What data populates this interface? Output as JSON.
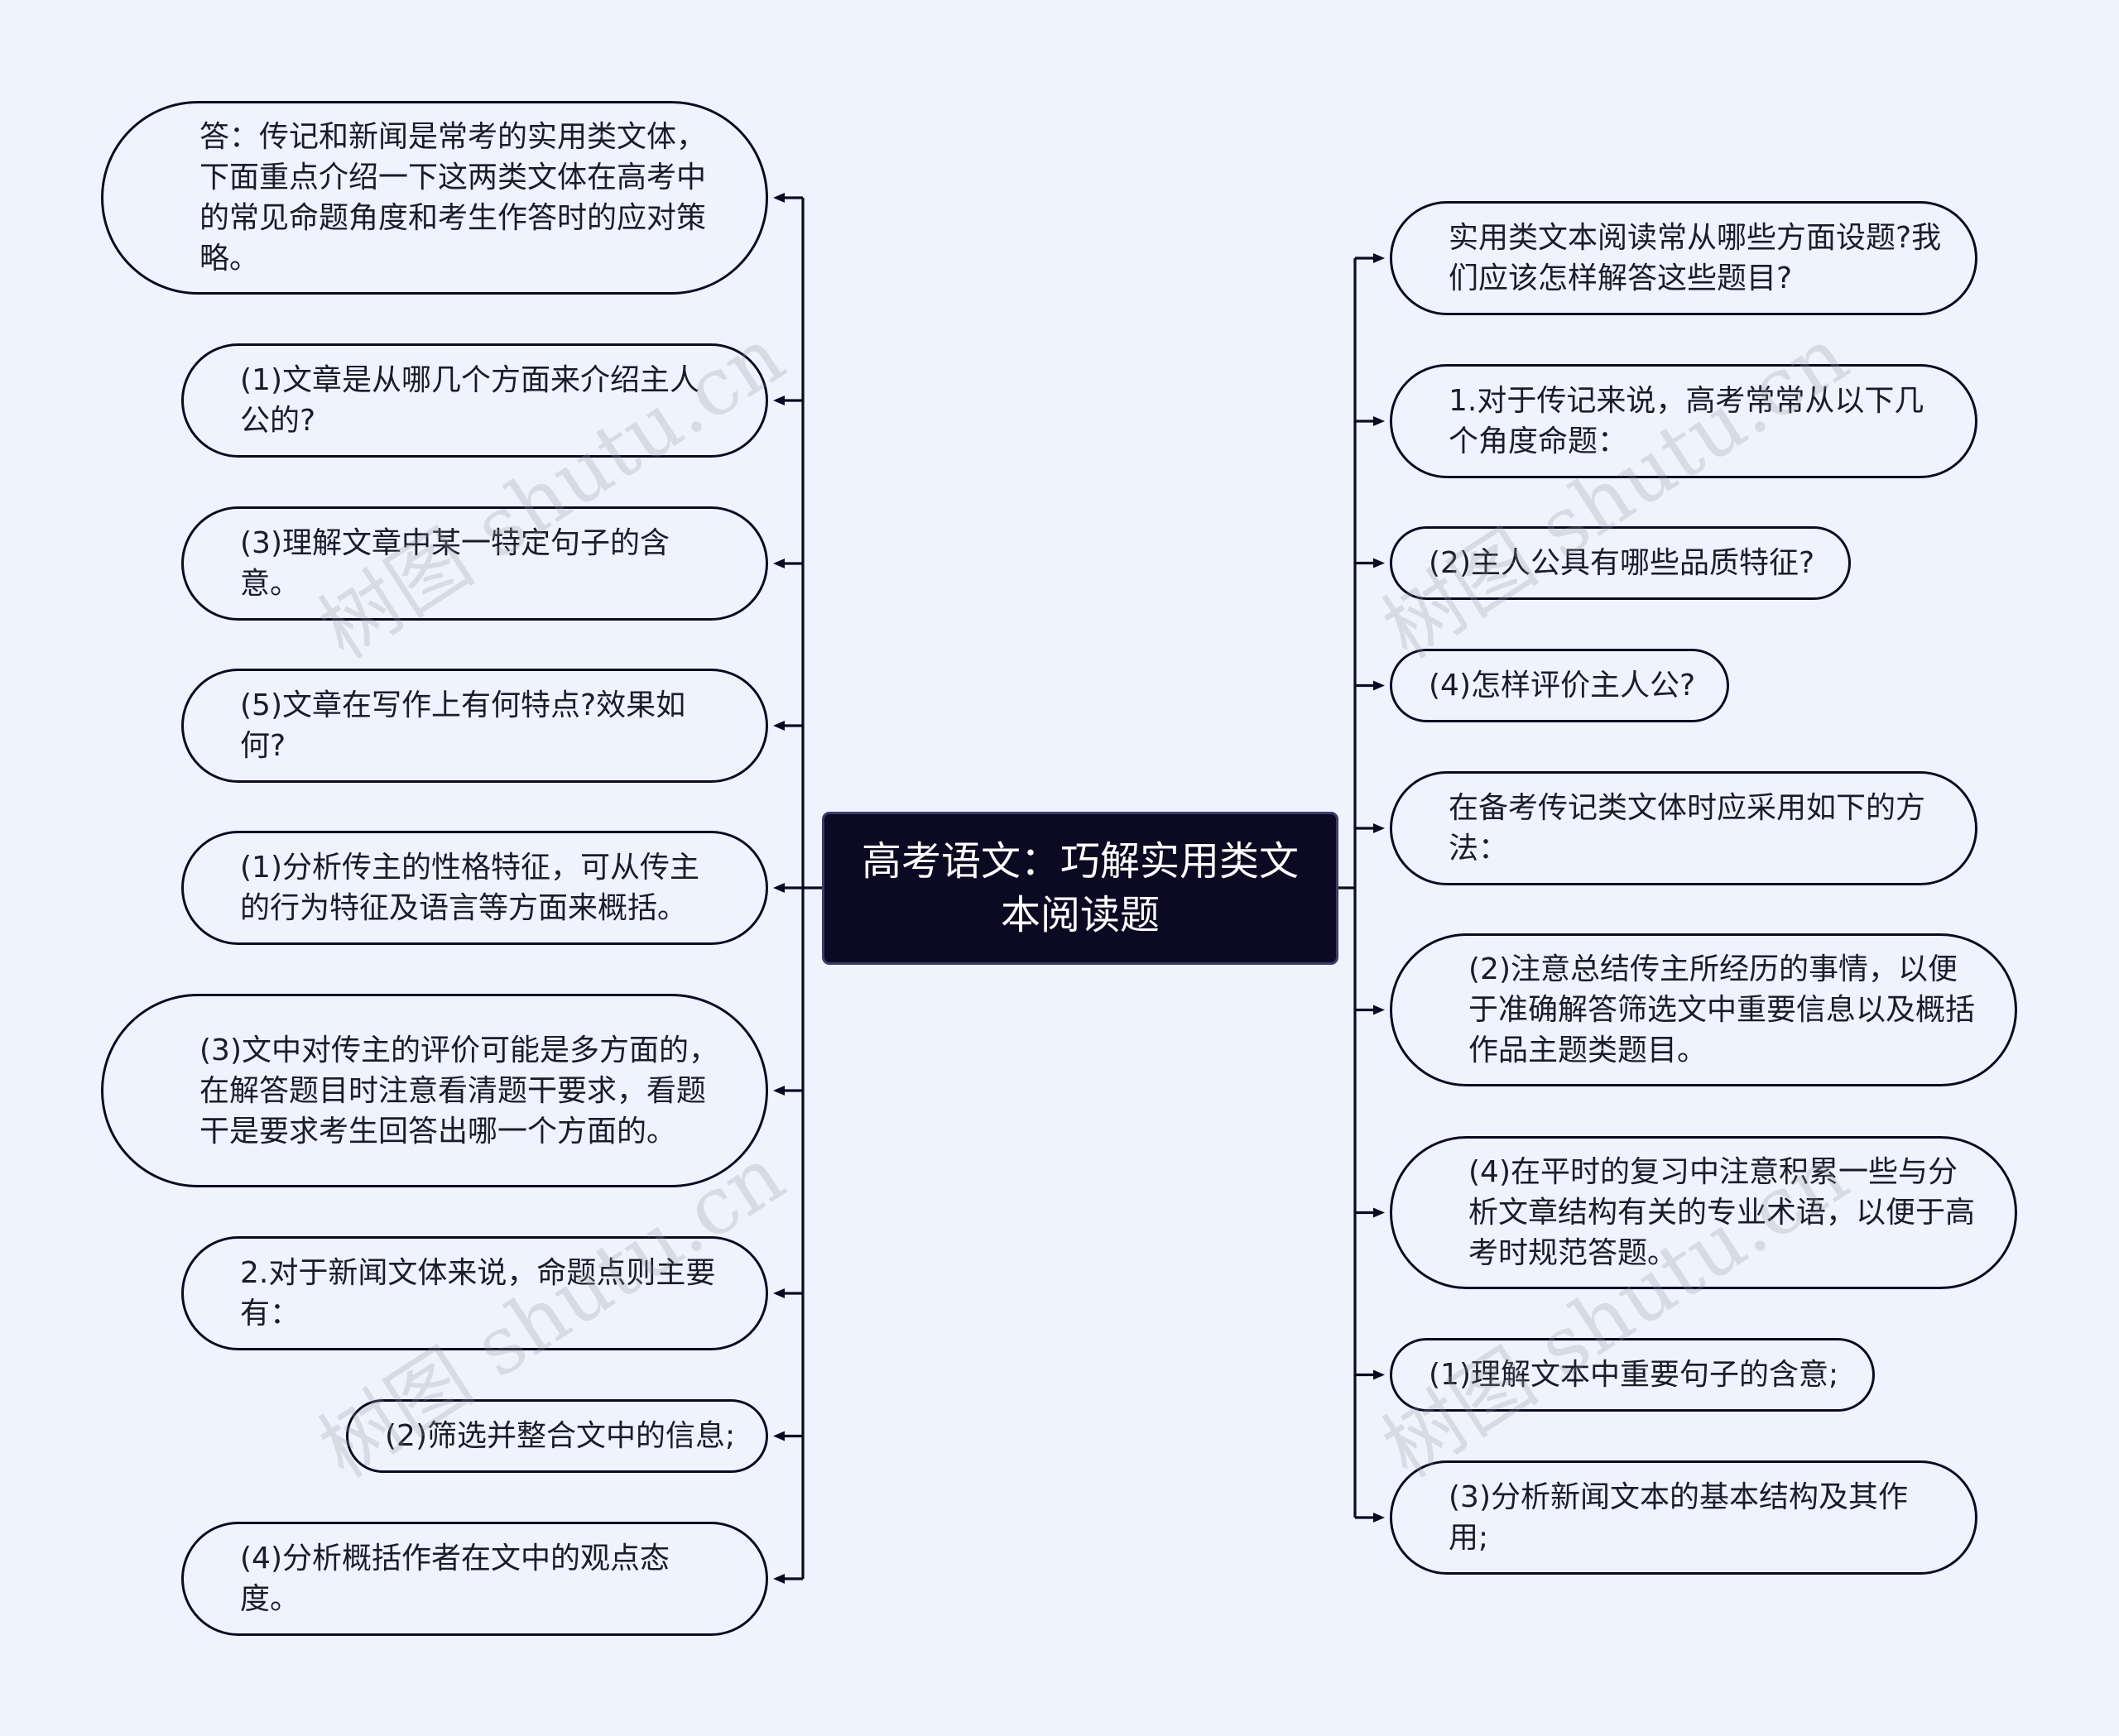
{
  "root": {
    "title": "高考语文：巧解实用类文本阅读题"
  },
  "left_nodes": [
    {
      "text": "答：传记和新闻是常考的实用类文体，下面重点介绍一下这两类文体在高考中的常见命题角度和考生作答时的应对策略。"
    },
    {
      "text": "(1)文章是从哪几个方面来介绍主人公的?"
    },
    {
      "text": "(3)理解文章中某一特定句子的含意。"
    },
    {
      "text": "(5)文章在写作上有何特点?效果如何?"
    },
    {
      "text": "(1)分析传主的性格特征，可从传主的行为特征及语言等方面来概括。"
    },
    {
      "text": "(3)文中对传主的评价可能是多方面的，在解答题目时注意看清题干要求，看题干是要求考生回答出哪一个方面的。"
    },
    {
      "text": "2.对于新闻文体来说，命题点则主要有："
    },
    {
      "text": "(2)筛选并整合文中的信息;"
    },
    {
      "text": "(4)分析概括作者在文中的观点态度。"
    }
  ],
  "right_nodes": [
    {
      "text": "实用类文本阅读常从哪些方面设题?我们应该怎样解答这些题目?"
    },
    {
      "text": "1.对于传记来说，高考常常从以下几个角度命题："
    },
    {
      "text": "(2)主人公具有哪些品质特征?"
    },
    {
      "text": "(4)怎样评价主人公?"
    },
    {
      "text": "在备考传记类文体时应采用如下的方法："
    },
    {
      "text": "(2)注意总结传主所经历的事情，以便于准确解答筛选文中重要信息以及概括作品主题类题目。"
    },
    {
      "text": "(4)在平时的复习中注意积累一些与分析文章结构有关的专业术语，以便于高考时规范答题。"
    },
    {
      "text": "(1)理解文本中重要句子的含意;"
    },
    {
      "text": "(3)分析新闻文本的基本结构及其作用;"
    }
  ],
  "watermark": {
    "text": "树图 shutu.cn"
  }
}
